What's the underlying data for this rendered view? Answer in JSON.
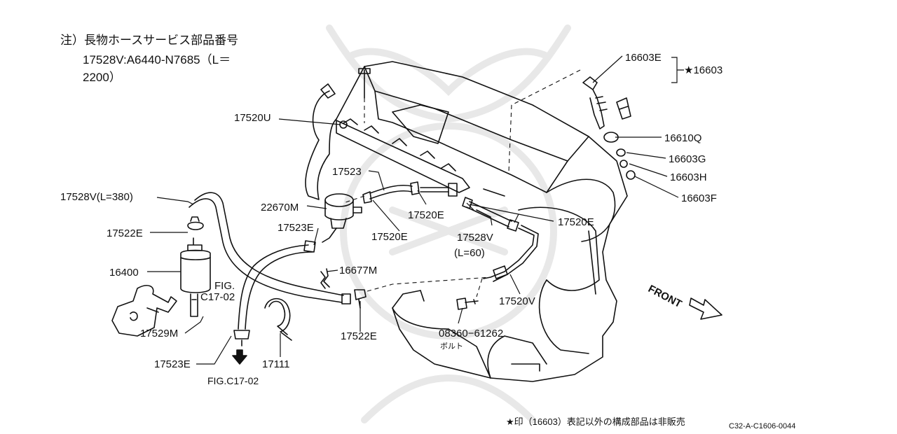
{
  "note": {
    "line1": "注）長物ホースサービス部品番号",
    "line2": "17528V:A6440-N7685（L＝",
    "line3": "2200）"
  },
  "labels": {
    "p16603E": "16603E",
    "p16603": "★16603",
    "p17520U": "17520U",
    "p16610Q": "16610Q",
    "p16603G": "16603G",
    "p16603H": "16603H",
    "p16603F": "16603F",
    "p17523": "17523",
    "p17528V380": "17528V(L=380)",
    "p22670M": "22670M",
    "p17520E_a": "17520E",
    "p17520E_b": "17520E",
    "p17520E_c": "17520E",
    "p17523E_a": "17523E",
    "p17522E_a": "17522E",
    "p17528V60_a": "17528V",
    "p17528V60_b": "(L=60)",
    "p16400": "16400",
    "p16677M": "16677M",
    "pFIG_a": "FIG.",
    "pFIG_b": "C17-02",
    "p17520V": "17520V",
    "p17529M": "17529M",
    "p17522E_b": "17522E",
    "p08360": "08360−61262",
    "pBolt": "ボルト",
    "p17523E_b": "17523E",
    "p17111": "17111",
    "pFIGC1702": "FIG.C17-02",
    "front": "FRONT"
  },
  "footer": {
    "note": "★印（16603）表記以外の構成部品は非販売",
    "code": "C32-A-C1606-0044"
  },
  "colors": {
    "ink": "#111111",
    "watermark": "#e6e6e6"
  }
}
